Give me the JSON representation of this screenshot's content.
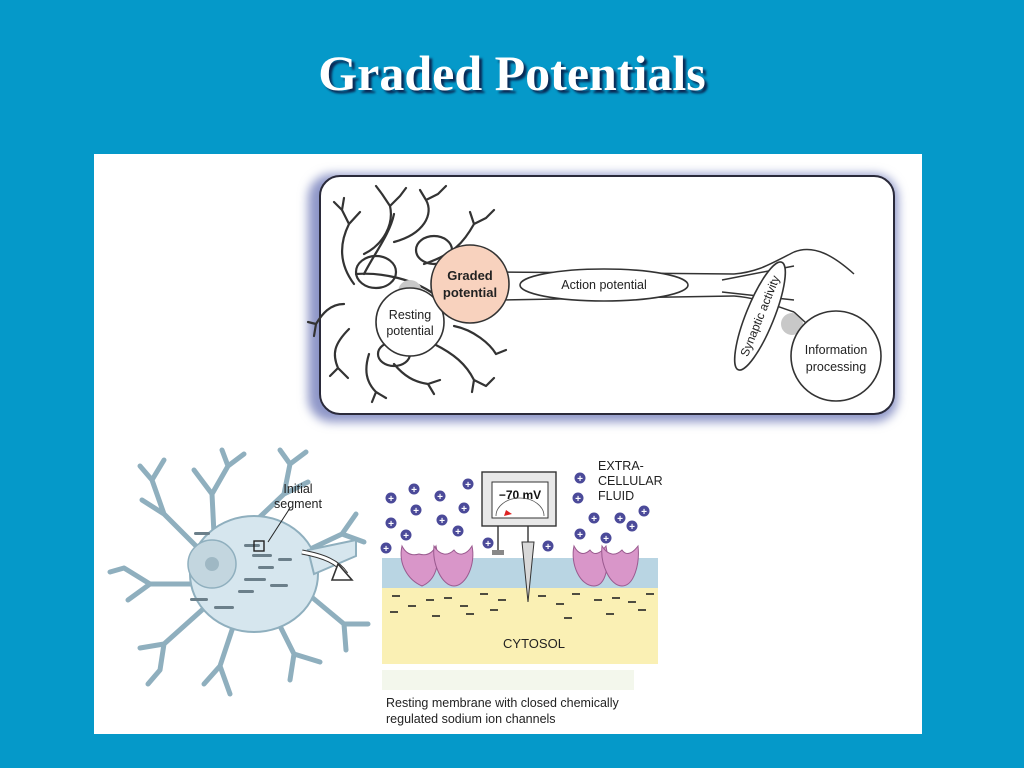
{
  "slide": {
    "title": "Graded Potentials"
  },
  "top_diagram": {
    "graded_line1": "Graded",
    "graded_line2": "potential",
    "resting_line1": "Resting",
    "resting_line2": "potential",
    "action_potential": "Action potential",
    "synaptic_activity": "Synaptic activity",
    "info_line1": "Information",
    "info_line2": "processing",
    "colors": {
      "graded_fill": "#F8D2BE",
      "frame": "#2a2a3a"
    }
  },
  "neuron_figure": {
    "initial_line1": "Initial",
    "initial_line2": "segment"
  },
  "membrane_figure": {
    "voltage": "−70 mV",
    "extra_line1": "EXTRA-",
    "extra_line2": "CELLULAR",
    "extra_line3": "FLUID",
    "cytosol": "CYTOSOL",
    "caption_line1": "Resting membrane with closed chemically",
    "caption_line2": "regulated sodium ion channels",
    "colors": {
      "cytosol": "#FAF0B4",
      "membrane": "#B9D5E3",
      "channel": "#D996C9",
      "ion": "#4B4A99"
    }
  }
}
